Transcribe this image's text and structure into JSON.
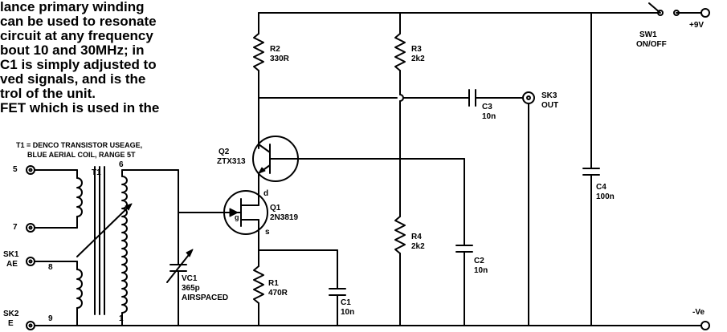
{
  "article_text": {
    "lines": [
      "lance primary winding",
      "can be used to resonate",
      "circuit at any frequency",
      "bout 10 and 30MHz; in",
      "C1 is simply adjusted to",
      "ved signals, and is the",
      "trol of the unit.",
      "FET which is used in the"
    ]
  },
  "transformer_note": {
    "line1": "T1 = DENCO TRANSISTOR USEAGE,",
    "line2": "BLUE AERIAL COIL, RANGE 5T"
  },
  "terminals": {
    "t5": "5",
    "t7": "7",
    "sk1": "SK1",
    "ae": "AE",
    "t8": "8",
    "sk2": "SK2",
    "e": "E",
    "t9": "9"
  },
  "t1": {
    "name": "T1",
    "pin6": "6",
    "pin1": "1"
  },
  "components": {
    "r2": {
      "name": "R2",
      "value": "330R"
    },
    "r3": {
      "name": "R3",
      "value": "2k2"
    },
    "r4": {
      "name": "R4",
      "value": "2k2"
    },
    "r1": {
      "name": "R1",
      "value": "470R"
    },
    "c1": {
      "name": "C1",
      "value": "10n"
    },
    "c2": {
      "name": "C2",
      "value": "10n"
    },
    "c3": {
      "name": "C3",
      "value": "10n"
    },
    "c4": {
      "name": "C4",
      "value": "100n"
    },
    "vc1": {
      "name": "VC1",
      "value": "365p",
      "note": "AIRSPACED"
    },
    "q1": {
      "name": "Q1",
      "type": "2N3819",
      "g": "g",
      "d": "d",
      "s": "s"
    },
    "q2": {
      "name": "Q2",
      "type": "ZTX313"
    },
    "sw1": {
      "name": "SW1",
      "note": "ON/OFF"
    },
    "sk3": {
      "name": "SK3",
      "note": "OUT"
    }
  },
  "rails": {
    "positive": "+9V",
    "negative": "-Ve"
  }
}
